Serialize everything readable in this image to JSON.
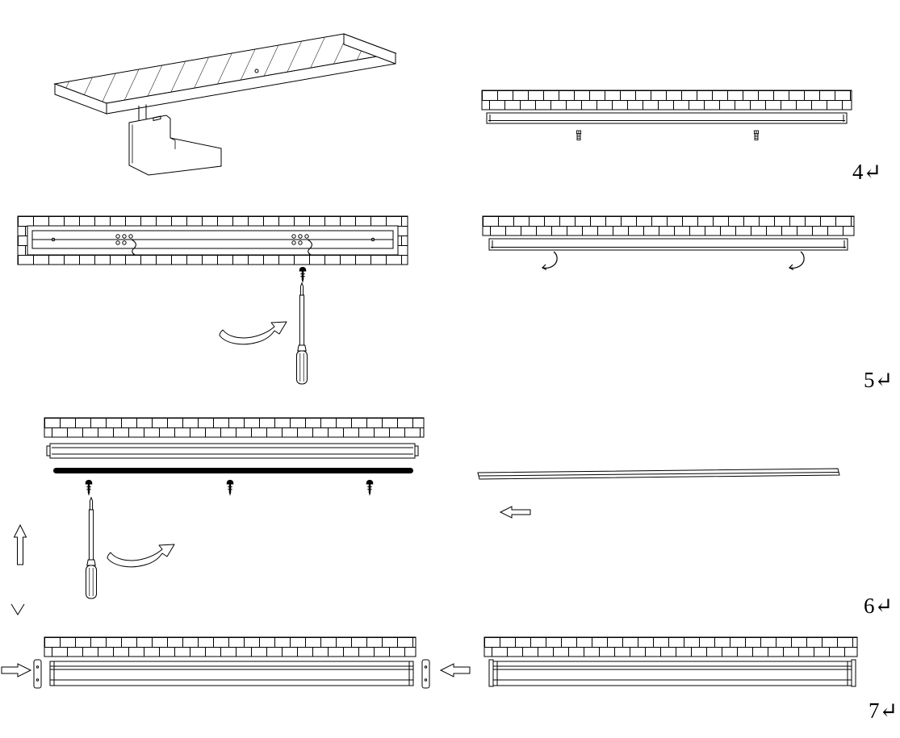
{
  "document": {
    "type": "installation-instruction-diagram",
    "background_color": "#ffffff",
    "line_color": "#000000",
    "accent_fill": "#000000"
  },
  "steps": [
    {
      "number": 4,
      "label": "4↵"
    },
    {
      "number": 5,
      "label": "5↵"
    },
    {
      "number": 6,
      "label": "6↵"
    },
    {
      "number": 7,
      "label": "7↵"
    }
  ],
  "icons": {
    "fixture_isometric": "linear-wall-light-isometric-view",
    "brick_wall": "brick-wall-strip",
    "mounting_plate": "recessed-mounting-plate-with-wiring",
    "mounting_rail": "mounting-rail-profile",
    "expansion_screw": "expansion-screw",
    "fixing_screw": "fixing-screw",
    "screwdriver": "screwdriver",
    "turn_arrow": "tightening-rotation-arrow",
    "hook_arrow": "hook-on-motion-arrow",
    "led_strip": "led-strip-bar",
    "diffuser_bar": "diffuser-cover-bar",
    "slide_arrow": "slide-direction-arrow",
    "lift_arrow": "lift-direction-arrow",
    "position_mark": "position-check-mark",
    "end_cap": "end-cap",
    "insert_arrows": "end-cap-insert-arrows"
  }
}
